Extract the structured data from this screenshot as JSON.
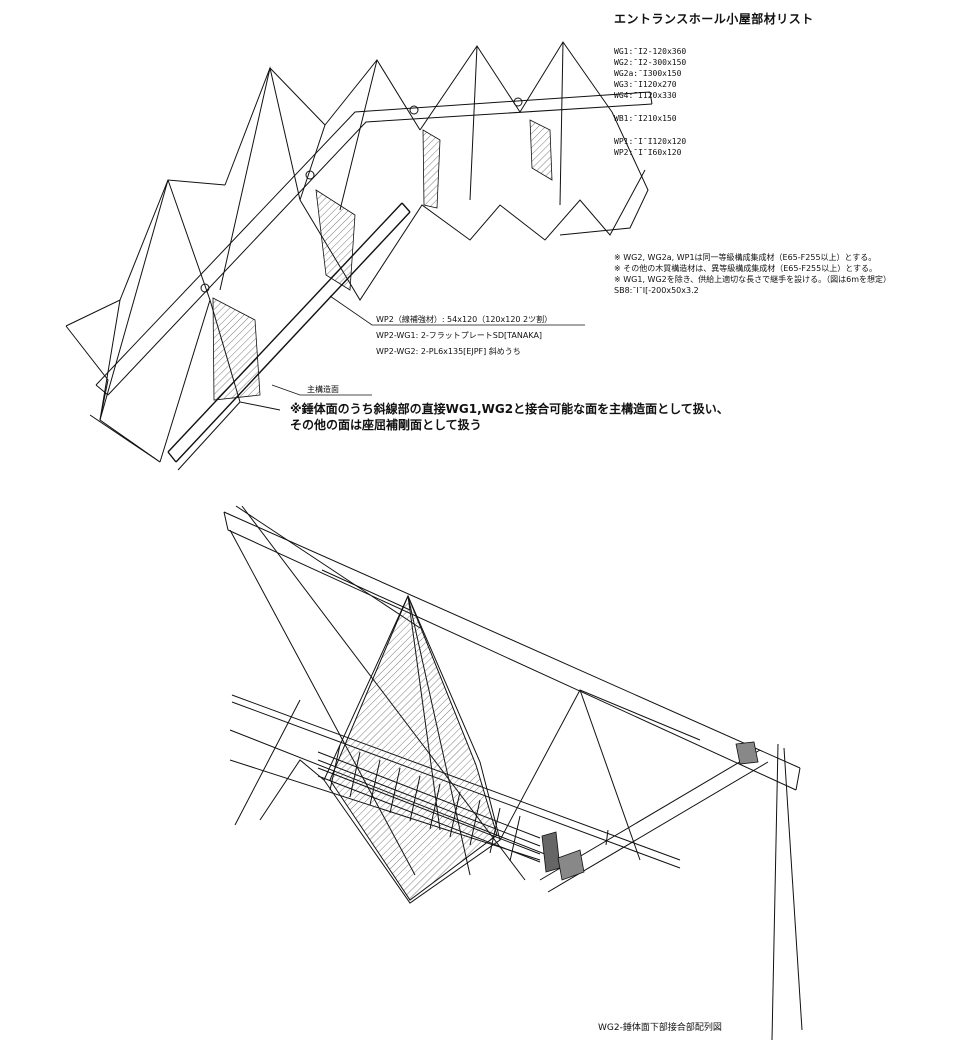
{
  "drawing": {
    "title": "エントランスホール小屋部材リスト",
    "member_list": [
      "WG1:¯I2-120x360",
      "WG2:¯I2-300x150",
      "WG2a:¯I300x150",
      "WG3:¯I120x270",
      "WG4:¯I120x330",
      "WB1:¯I210x150",
      "WP1:¯I¯I120x120",
      "WP2:¯I¯I60x120"
    ],
    "notes": [
      "※  WG2, WG2a, WP1は同一等級構成集成材（E65-F255以上）とする。",
      "※  その他の木質構造材は、異等級構成集成材（E65-F255以上）とする。",
      "※  WG1, WG2を除き、供給上適切な長さで継手を設ける。（図は6mを想定）",
      "SB8:¯I¯I[-200x50x3.2"
    ],
    "callouts": [
      "WP2（線補強材）: 54x120（120x120 2ツ割）",
      "WP2-WG1: 2-フラットプレートSD[TANAKA]",
      "WP2-WG2: 2-PL6x135[EJPF]  斜めうち"
    ],
    "main_face_label": "主構造面",
    "main_note": [
      "※錘体面のうち斜線部の直接WG1,WG2と接合可能な面を主構造面として扱い、",
      "  その他の面は座屈補剛面として扱う"
    ],
    "caption": "WG2-錘体面下部接合部配列図"
  }
}
